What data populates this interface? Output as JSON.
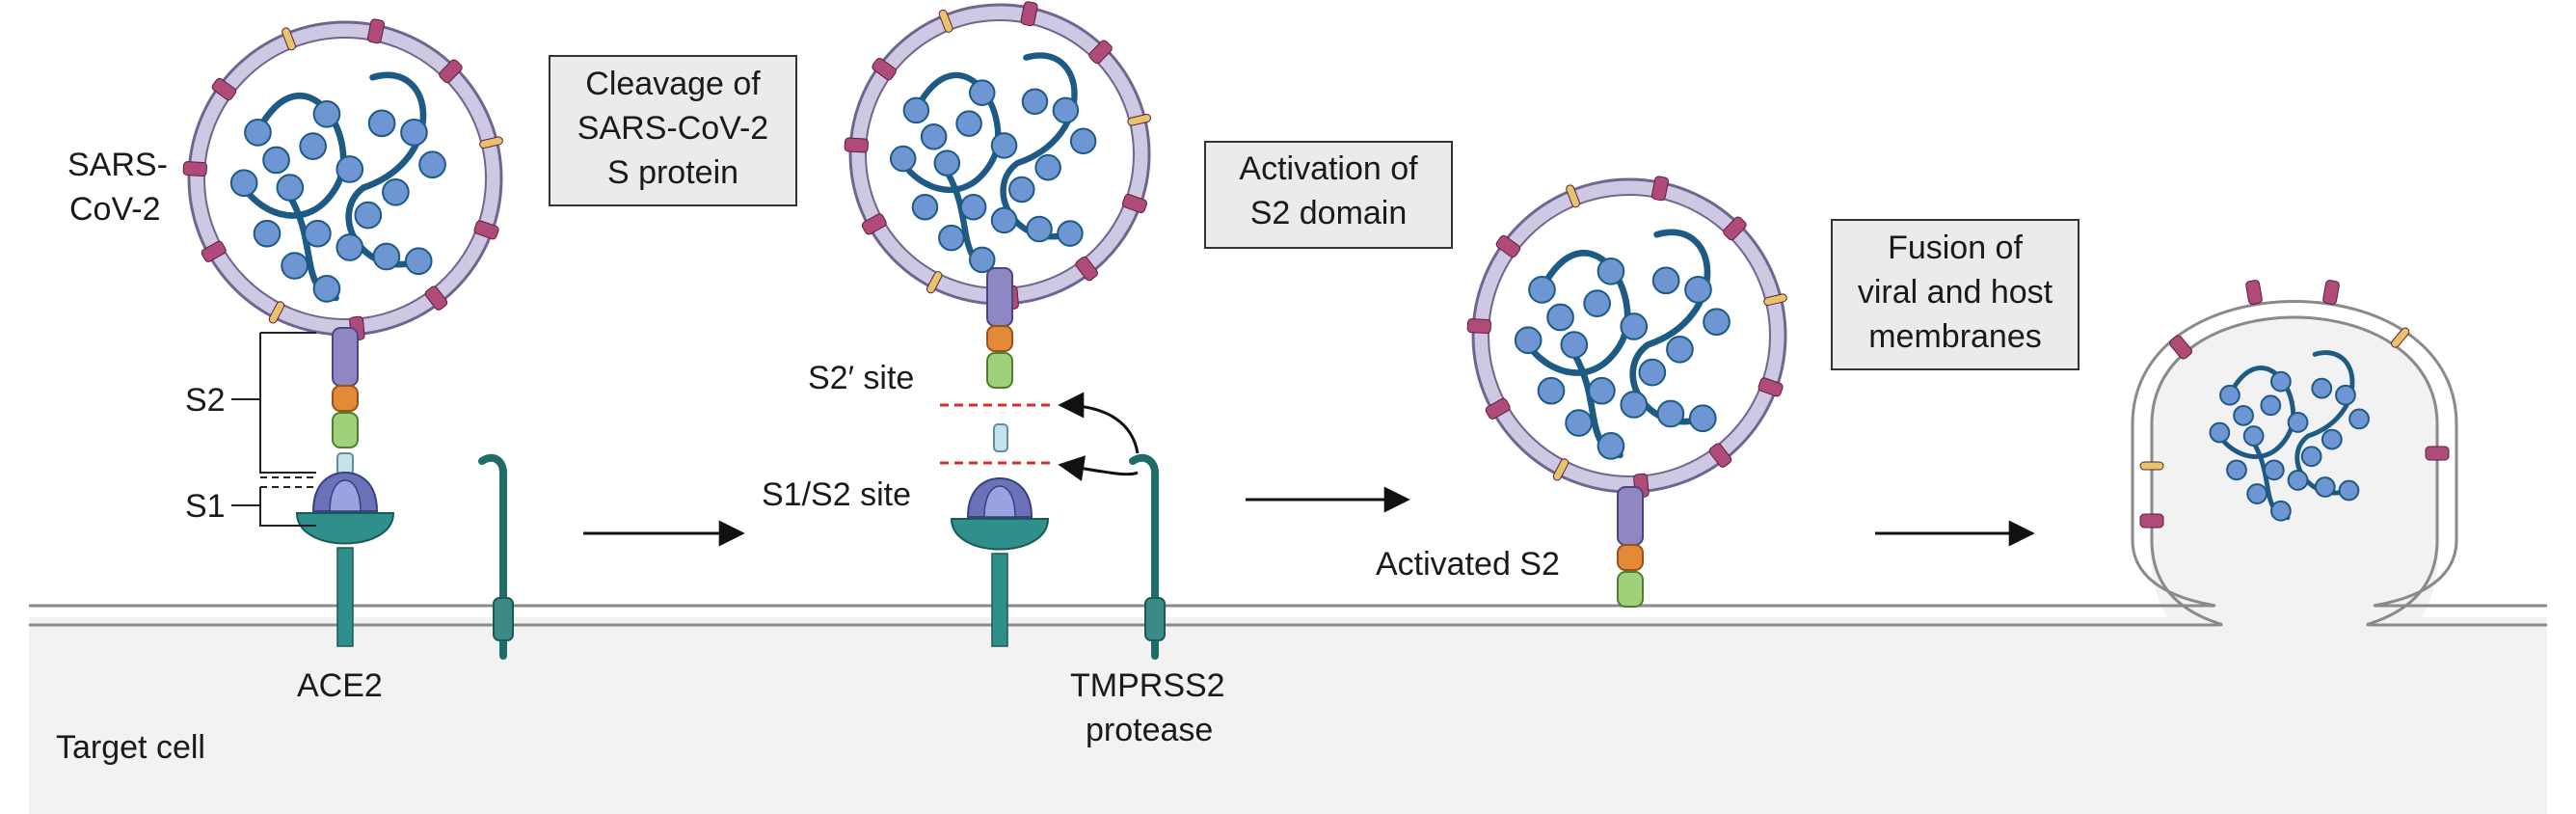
{
  "labels": {
    "sars_cov_2_line1": "SARS-",
    "sars_cov_2_line2": "CoV-2",
    "s2": "S2",
    "s1": "S1",
    "ace2": "ACE2",
    "target_cell": "Target cell",
    "s2_prime_site": "S2′ site",
    "s1_s2_site": "S1/S2 site",
    "tmprss2_line1": "TMPRSS2",
    "tmprss2_line2": "protease",
    "activated_s2": "Activated S2"
  },
  "boxes": {
    "cleavage": [
      "Cleavage of",
      "SARS-CoV-2",
      "S protein"
    ],
    "activation": [
      "Activation of",
      "S2 domain"
    ],
    "fusion": [
      "Fusion of",
      "viral and host",
      "membranes"
    ]
  },
  "colors": {
    "envelope": "#cfc8e2",
    "envelope_stroke": "#6e6690",
    "rna": "#1d5a84",
    "nucleocapsid": "#6d96d3",
    "m_protein": "#b04a78",
    "e_protein": "#e7c46a",
    "s2_purple": "#8f86c4",
    "s2_orange": "#e38a38",
    "s2_green": "#9fd07a",
    "s2_light": "#c6e2ea",
    "s1_head": "#6c72b8",
    "ace2": "#2f8f8a",
    "tmprss2": "#1f6d68",
    "cleavage_line": "#e0282b",
    "cell": "#f2f2f2",
    "membrane_stroke": "#8a8a8a"
  },
  "icons": [
    "arrow-right-icon",
    "curved-arrow-icon"
  ]
}
